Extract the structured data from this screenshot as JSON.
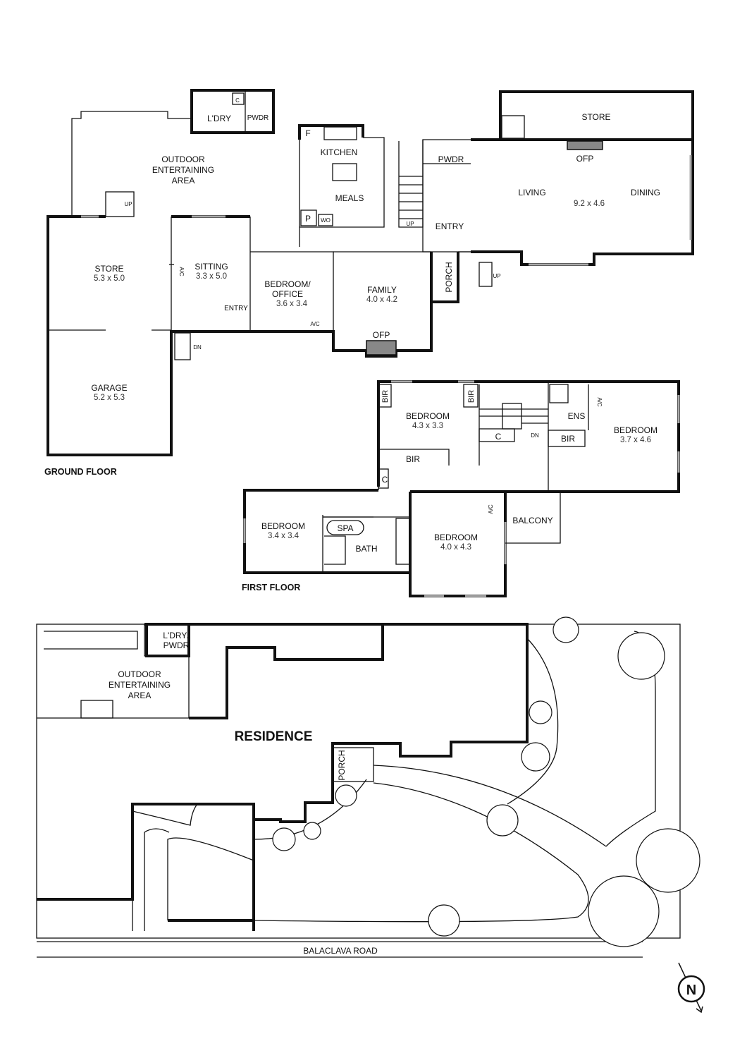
{
  "ground_floor": {
    "title": "GROUND FLOOR",
    "rooms": {
      "laundry": "L'DRY",
      "c": "C",
      "pwdr1": "PWDR",
      "outdoor1": "OUTDOOR",
      "outdoor2": "ENTERTAINING",
      "outdoor3": "AREA",
      "kitchen": "KITCHEN",
      "f": "F",
      "meals": "MEALS",
      "p": "P",
      "wo": "WO",
      "store_top": "STORE",
      "ofp_top": "OFP",
      "pwdr2": "PWDR",
      "living": "LIVING",
      "living_dim": "9.2 x 4.6",
      "dining": "DINING",
      "entry": "ENTRY",
      "up1": "UP",
      "up2": "UP",
      "up3": "UP",
      "dn": "DN",
      "store": "STORE",
      "store_dim": "5.3 x 5.0",
      "sitting": "SITTING",
      "sitting_dim": "3.3 x 5.0",
      "ac1": "A/C",
      "entry2": "ENTRY",
      "bedroom1": "BEDROOM/",
      "bedroom2": "OFFICE",
      "bedroom_dim": "3.6 x 3.4",
      "ac2": "A/C",
      "family": "FAMILY",
      "family_dim": "4.0 x 4.2",
      "ofp": "OFP",
      "porch": "PORCH",
      "garage": "GARAGE",
      "garage_dim": "5.2 x 5.3"
    }
  },
  "first_floor": {
    "title": "FIRST FLOOR",
    "rooms": {
      "bir1": "BIR",
      "bir2": "BIR",
      "bir3": "BIR",
      "bir4": "BIR",
      "bed1": "BEDROOM",
      "bed1_dim": "4.3 x 3.3",
      "c1": "C",
      "c2": "C",
      "dn": "DN",
      "ens": "ENS",
      "ac1": "A/C",
      "ac2": "A/C",
      "bed2": "BEDROOM",
      "bed2_dim": "3.7 x 4.6",
      "bed3": "BEDROOM",
      "bed3_dim": "3.4 x 3.4",
      "spa": "SPA",
      "bath": "BATH",
      "bed4": "BEDROOM",
      "bed4_dim": "4.0 x 4.3",
      "balcony": "BALCONY"
    }
  },
  "site_plan": {
    "ldry1": "L'DRY/",
    "ldry2": "PWDR",
    "outdoor1": "OUTDOOR",
    "outdoor2": "ENTERTAINING",
    "outdoor3": "AREA",
    "residence": "RESIDENCE",
    "porch": "PORCH",
    "road": "BALACLAVA ROAD"
  },
  "north_arrow": "N"
}
